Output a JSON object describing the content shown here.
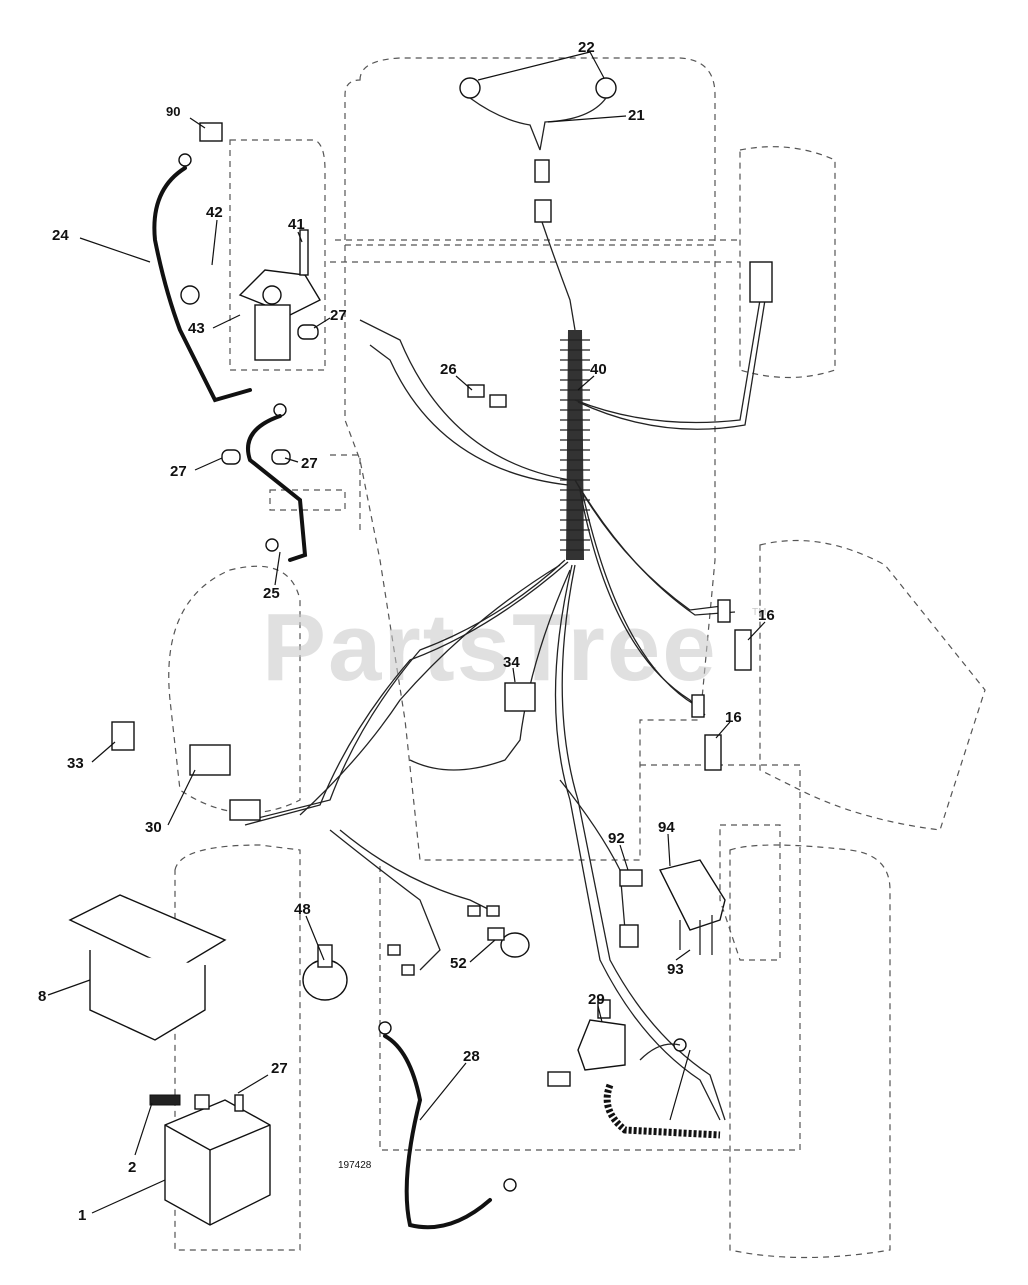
{
  "watermark": "PartsTree",
  "watermark_tm": "TM",
  "drawing_number": "197428",
  "labels": [
    {
      "id": "lbl-22",
      "text": "22"
    },
    {
      "id": "lbl-21",
      "text": "21"
    },
    {
      "id": "lbl-90",
      "text": "90"
    },
    {
      "id": "lbl-42",
      "text": "42"
    },
    {
      "id": "lbl-41",
      "text": "41"
    },
    {
      "id": "lbl-24",
      "text": "24"
    },
    {
      "id": "lbl-43",
      "text": "43"
    },
    {
      "id": "lbl-27a",
      "text": "27"
    },
    {
      "id": "lbl-40",
      "text": "40"
    },
    {
      "id": "lbl-26",
      "text": "26"
    },
    {
      "id": "lbl-27b",
      "text": "27"
    },
    {
      "id": "lbl-27c",
      "text": "27"
    },
    {
      "id": "lbl-25",
      "text": "25"
    },
    {
      "id": "lbl-16a",
      "text": "16"
    },
    {
      "id": "lbl-34",
      "text": "34"
    },
    {
      "id": "lbl-16b",
      "text": "16"
    },
    {
      "id": "lbl-33",
      "text": "33"
    },
    {
      "id": "lbl-30",
      "text": "30"
    },
    {
      "id": "lbl-92",
      "text": "92"
    },
    {
      "id": "lbl-94",
      "text": "94"
    },
    {
      "id": "lbl-48",
      "text": "48"
    },
    {
      "id": "lbl-8",
      "text": "8"
    },
    {
      "id": "lbl-52",
      "text": "52"
    },
    {
      "id": "lbl-93",
      "text": "93"
    },
    {
      "id": "lbl-29",
      "text": "29"
    },
    {
      "id": "lbl-28",
      "text": "28"
    },
    {
      "id": "lbl-27d",
      "text": "27"
    },
    {
      "id": "lbl-2",
      "text": "2"
    },
    {
      "id": "lbl-1",
      "text": "1"
    }
  ]
}
